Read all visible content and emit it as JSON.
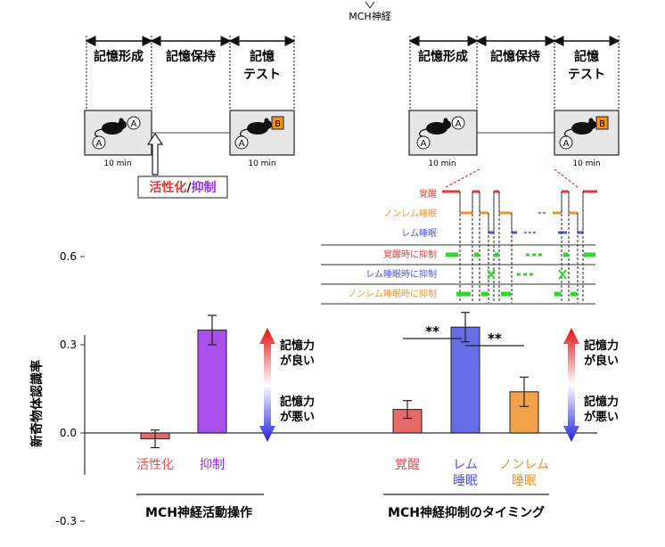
{
  "header_label": "MCH神経",
  "protocol": {
    "phases": [
      "記憶形成",
      "記憶保持",
      "記憶\nテスト"
    ],
    "duration": "10 min",
    "object_a": "A",
    "object_b": "B",
    "manipulation_prefix": "活性化",
    "manipulation_sep": "/",
    "manipulation_suffix": "抑制"
  },
  "timing_diagram": {
    "states": [
      "覚醒",
      "ノンレム睡眠",
      "レム睡眠"
    ],
    "rows": [
      "覚醒時に抑制",
      "レム睡眠時に抑制",
      "ノンレム睡眠時に抑制"
    ]
  },
  "chart_data": [
    {
      "type": "bar",
      "ylabel": "新奇物体認識率",
      "ylim": [
        -0.3,
        0.7
      ],
      "yticks": [
        "0.6",
        "0.3",
        "0.0",
        "-0.3"
      ],
      "categories": [
        "活性化",
        "抑制"
      ],
      "values": [
        -0.02,
        0.35
      ],
      "errors": [
        0.03,
        0.05
      ],
      "colors": [
        "#e05050",
        "#9a30e8"
      ],
      "group_label": "MCH神経活動操作"
    },
    {
      "type": "bar",
      "categories": [
        "覚醒",
        "レム\n睡眠",
        "ノンレム\n睡眠"
      ],
      "values": [
        0.08,
        0.36,
        0.14
      ],
      "errors": [
        0.03,
        0.05,
        0.05
      ],
      "colors": [
        "#e05050",
        "#4a55e0",
        "#f0922a"
      ],
      "significance": [
        "**",
        "**"
      ],
      "group_label": "MCH神経抑制のタイミング"
    }
  ],
  "memory_arrow": {
    "good": "記憶力\nが良い",
    "bad": "記憶力\nが悪い"
  }
}
